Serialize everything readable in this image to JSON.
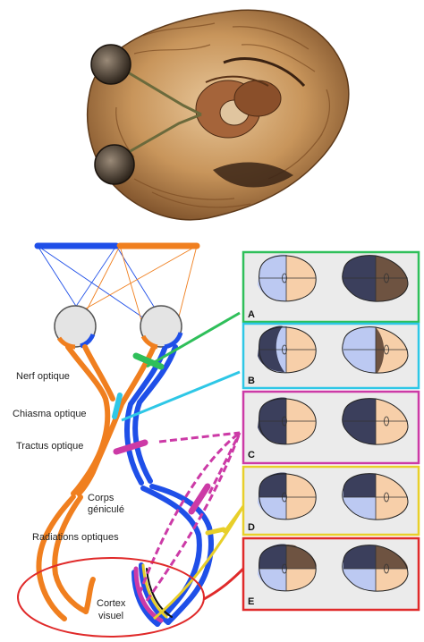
{
  "labels": {
    "nerf": "Nerf optique",
    "chiasma": "Chiasma optique",
    "tractus": "Tractus optique",
    "corps_line1": "Corps",
    "corps_line2": "géniculé",
    "radiations": "Radiations optiques",
    "cortex_line1": "Cortex",
    "cortex_line2": "visuel"
  },
  "panels": [
    {
      "letter": "A",
      "border": "#2fbf5a",
      "left": "#bcc9f2 + #f7cfa9",
      "right": "#3b3f5c + #6e5341"
    },
    {
      "letter": "B",
      "border": "#2ec7e6"
    },
    {
      "letter": "C",
      "border": "#cc3aa6"
    },
    {
      "letter": "D",
      "border": "#e8cf2a"
    },
    {
      "letter": "E",
      "border": "#e02a2a"
    }
  ],
  "colors": {
    "left_pathway": "#f07f1f",
    "right_pathway": "#1f4fe8",
    "green": "#2fbf5a",
    "cyan": "#2ec7e6",
    "magenta": "#cc3aa6",
    "yellow": "#e8cf2a",
    "red": "#e02a2a",
    "field_light_blue": "#bcc9f2",
    "field_light_orange": "#f7cfa9",
    "field_dark_blue": "#3b3f5c",
    "field_dark_brown": "#6e5341"
  }
}
